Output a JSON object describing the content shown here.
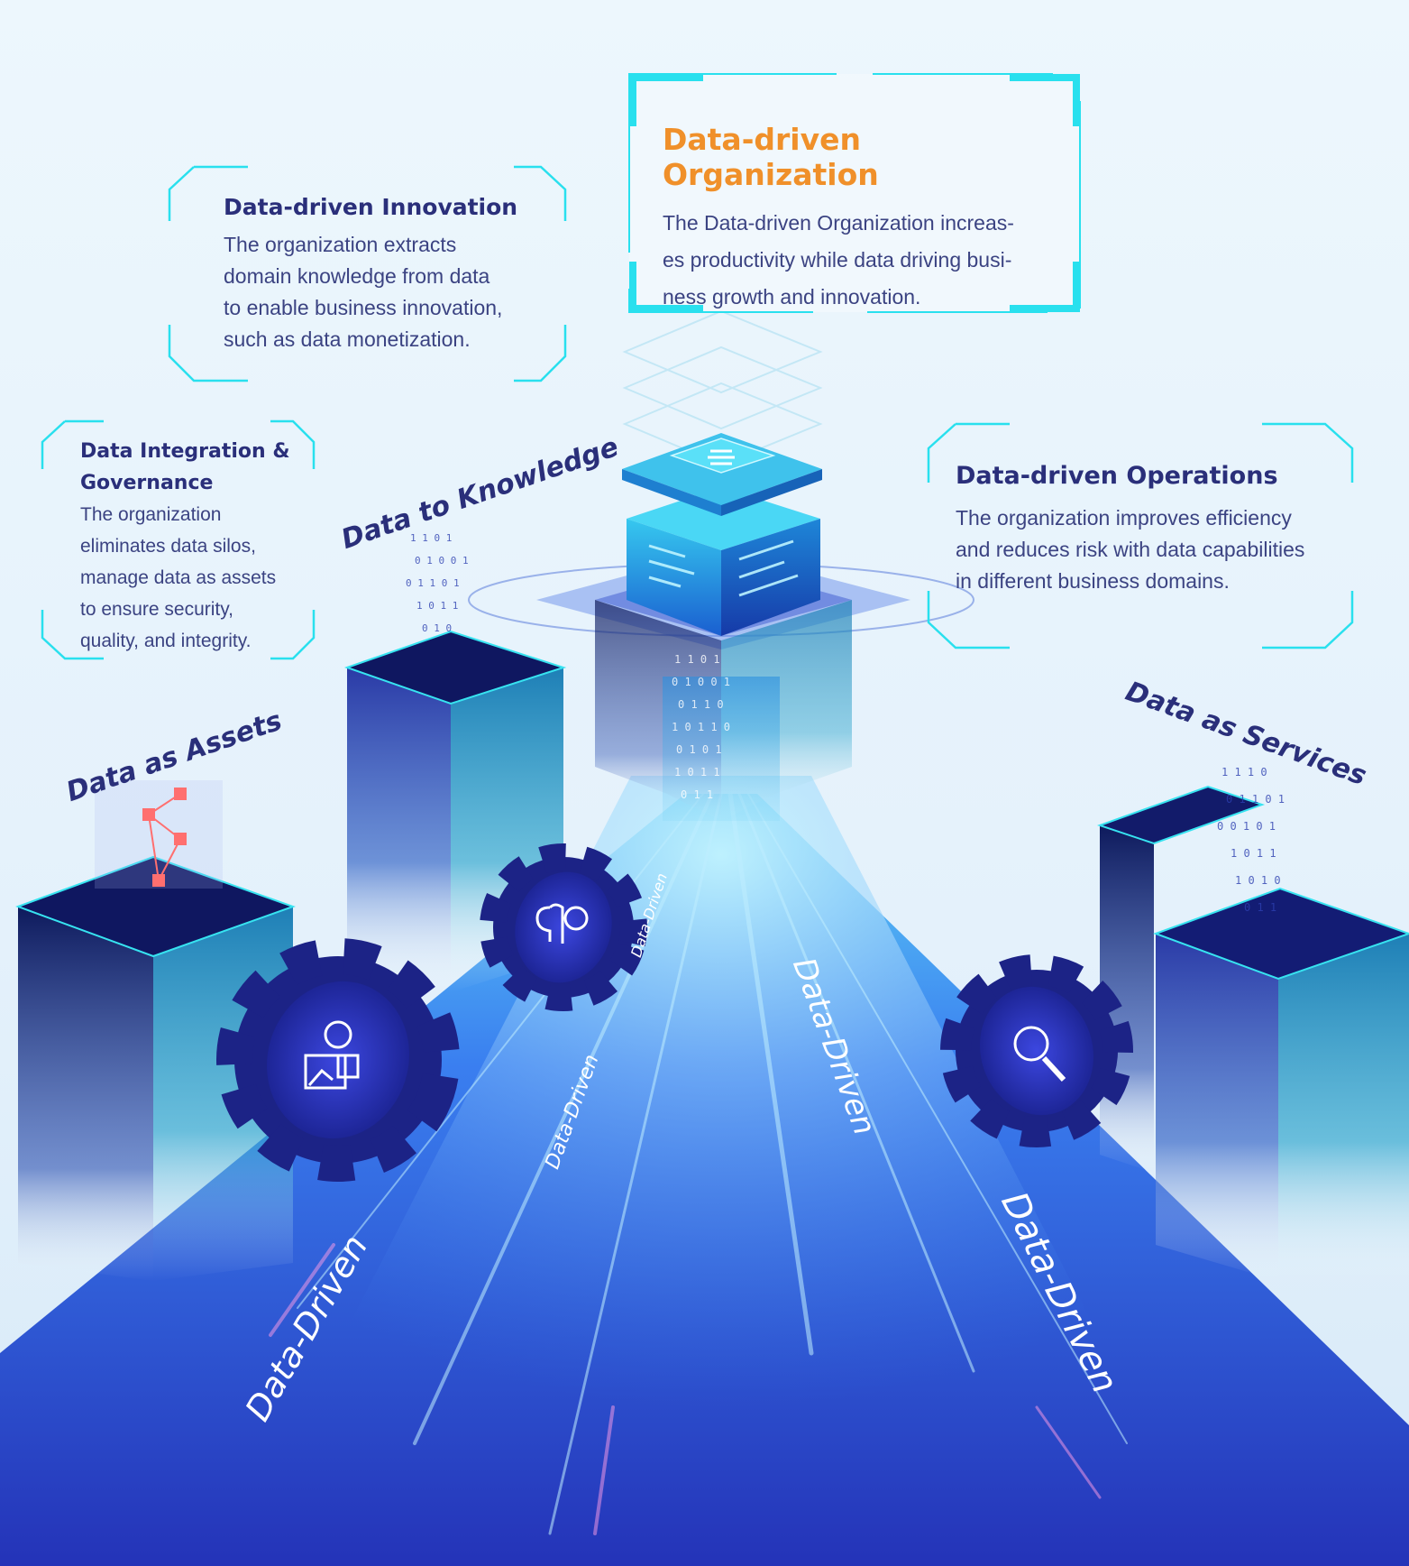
{
  "organization": {
    "title": "Data-driven Organization",
    "lines": [
      "The Data-driven Organization increas-",
      "es productivity while data driving busi-",
      "ness growth and innovation."
    ]
  },
  "innovation": {
    "title": "Data-driven Innovation",
    "lines": [
      "The organization extracts",
      "domain knowledge from data",
      "to enable business innovation,",
      "such as data monetization."
    ]
  },
  "integration": {
    "title_lines": [
      "Data Integration &",
      "Governance"
    ],
    "lines": [
      "The organization",
      "eliminates data silos,",
      "manage data as assets",
      "to ensure security,",
      "quality,  and integrity."
    ]
  },
  "operations": {
    "title": "Data-driven Operations",
    "lines": [
      "The organization improves efficiency",
      "and reduces risk with data capabilities",
      "in different business domains."
    ]
  },
  "pillars": {
    "assets": "Data as Assets",
    "knowledge": "Data to Knowledge",
    "services": "Data as Services"
  },
  "road_labels": [
    "Data-Driven",
    "Data-Driven",
    "Data-Driven",
    "Data-Driven",
    "Data-Driven"
  ],
  "icons": [
    "media-gear-icon",
    "brain-gear-icon",
    "wrench-gear-icon",
    "server-cube-icon",
    "network-cubes-icon"
  ],
  "colors": {
    "navy": "#2a2f7a",
    "orange": "#f0902a",
    "cyan": "#29e0ee",
    "text": "#3b4382"
  }
}
